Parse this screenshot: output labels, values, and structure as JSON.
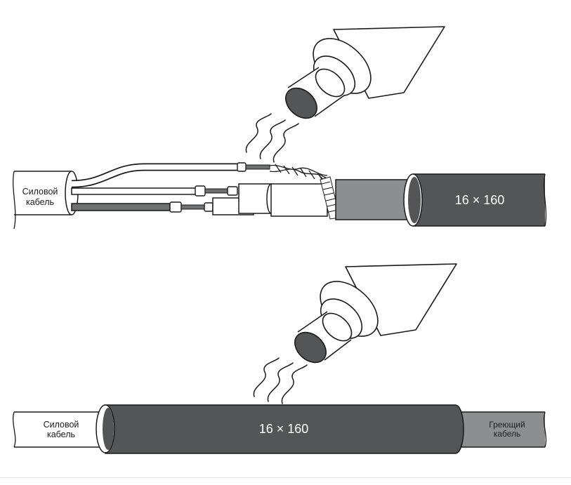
{
  "colors": {
    "outline": "#1a1a1a",
    "sleeve_dark": "#545557",
    "heating_cable": "#8d8e90",
    "wire_grey": "#6e6f71",
    "background": "#ffffff"
  },
  "top": {
    "power_cable_label": [
      "Силовой",
      "кабель"
    ],
    "sleeve_label": "16 × 160",
    "icons": [
      "heat-gun-icon",
      "heat-waves-icon"
    ]
  },
  "bottom": {
    "power_cable_label": [
      "Силовой",
      "кабель"
    ],
    "sleeve_label": "16 × 160",
    "heating_cable_label": [
      "Греющий",
      "кабель"
    ],
    "icons": [
      "heat-gun-icon",
      "heat-waves-icon"
    ]
  }
}
